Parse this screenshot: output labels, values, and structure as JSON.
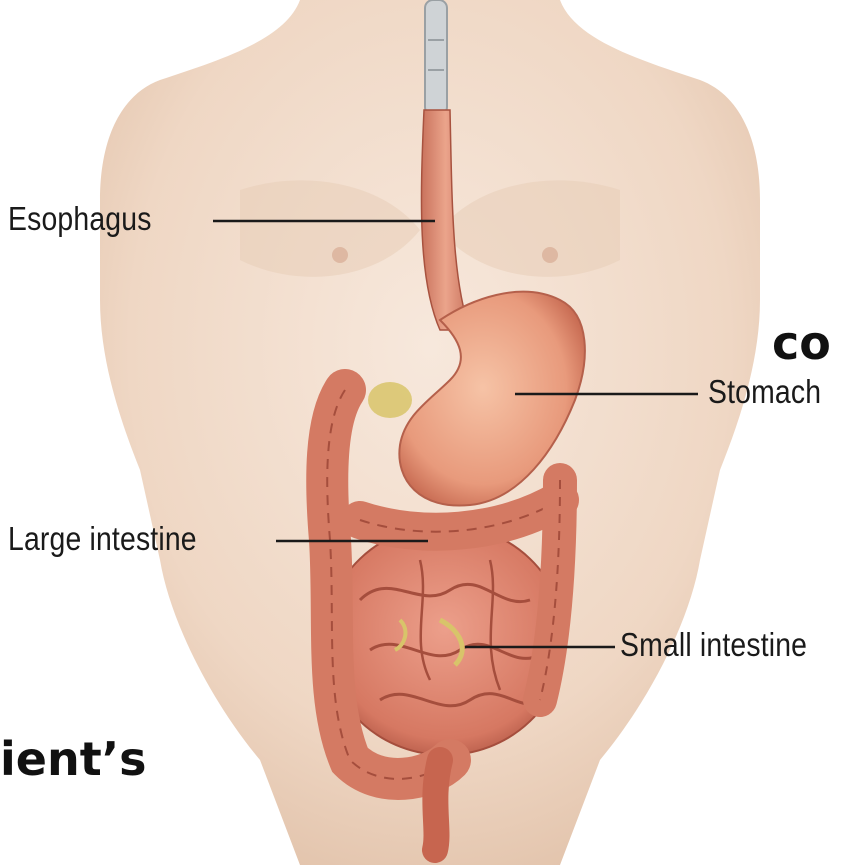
{
  "labels": {
    "esophagus": "Esophagus",
    "stomach": "Stomach",
    "large_intestine": "Large intestine",
    "small_intestine": "Small intestine"
  },
  "overlay_text": {
    "right_fragment": "co",
    "left_fragment": "ient’s"
  },
  "colors": {
    "skin": "#f1dccb",
    "skin_shadow": "#dcbfa7",
    "organ": "#e49a86",
    "organ_dark": "#b8614f",
    "fat": "#d8c46a",
    "leader_line": "#1a1a1a"
  }
}
